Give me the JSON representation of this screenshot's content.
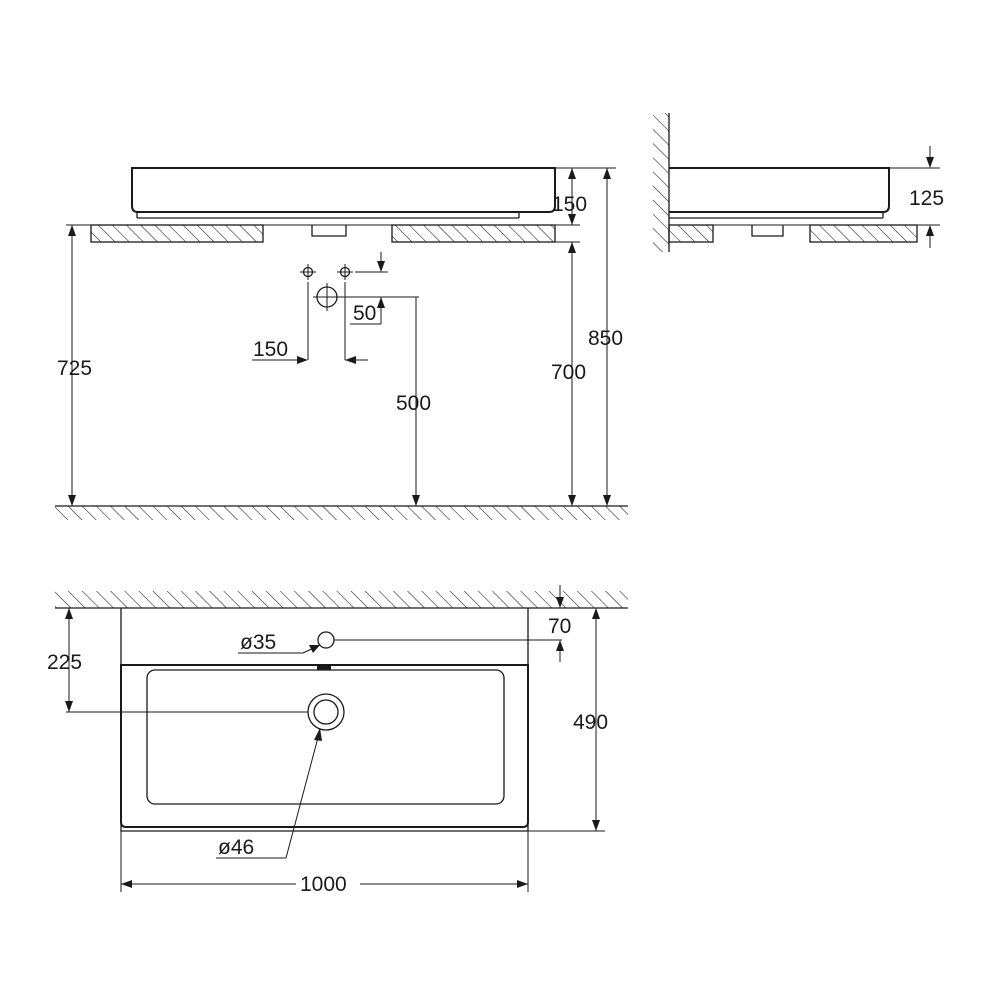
{
  "dimensions": {
    "front_view": {
      "basin_height": "150",
      "overall_height": "850",
      "counter_height": "725",
      "rim_height": "700",
      "waste_height": "500",
      "tap_spacing": "150",
      "tap_offset": "50"
    },
    "side_view": {
      "basin_depth": "125"
    },
    "top_view": {
      "depth_to_waste": "225",
      "tap_hole_setback": "70",
      "overall_depth": "490",
      "overall_width": "1000",
      "tap_hole_diameter": "ø35",
      "waste_diameter": "ø46"
    }
  }
}
